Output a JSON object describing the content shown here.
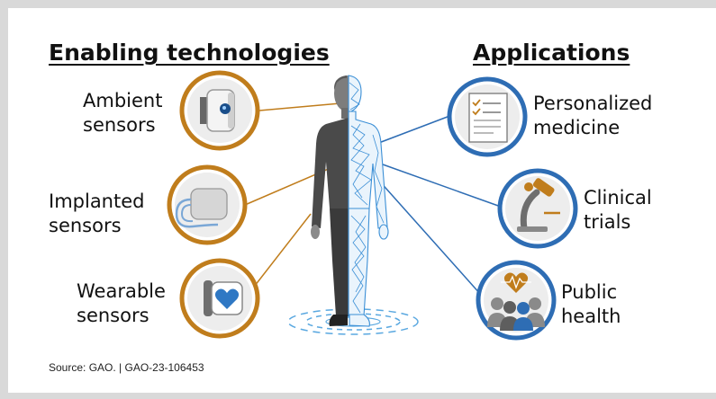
{
  "left_heading": "Enabling technologies",
  "right_heading": "Applications",
  "enabling": [
    {
      "line1": "Ambient",
      "line2": "sensors",
      "icon": "ambient-sensor-icon"
    },
    {
      "line1": "Implanted",
      "line2": "sensors",
      "icon": "implanted-sensor-icon"
    },
    {
      "line1": "Wearable",
      "line2": "sensors",
      "icon": "wearable-sensor-icon"
    }
  ],
  "applications": [
    {
      "line1": "Personalized",
      "line2": "medicine",
      "icon": "document-icon"
    },
    {
      "line1": "Clinical",
      "line2": "trials",
      "icon": "microscope-icon"
    },
    {
      "line1": "Public",
      "line2": "health",
      "icon": "people-heart-icon"
    }
  ],
  "source": "Source: GAO.  |  GAO-23-106453",
  "colors": {
    "orange": "#c07d1c",
    "blue": "#2e6db4",
    "background": "#d9d9d9"
  }
}
